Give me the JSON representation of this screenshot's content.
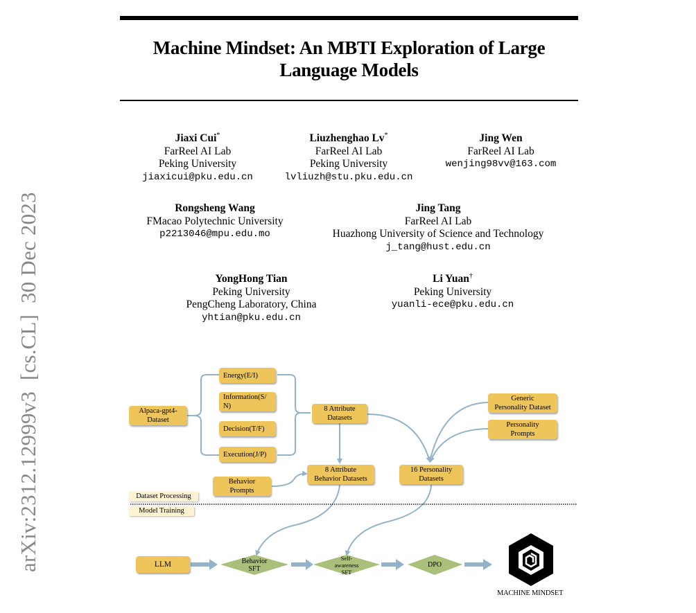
{
  "paper": {
    "title_line1": "Machine Mindset: An MBTI Exploration of Large",
    "title_line2": "Language Models",
    "arxiv_stamp": "arXiv:2312.12999v3  [cs.CL]  30 Dec 2023"
  },
  "authors": [
    {
      "name": "Jiaxi Cui",
      "mark": "*",
      "affiliations": [
        "FarReel AI Lab",
        "Peking University"
      ],
      "email": "jiaxicui@pku.edu.cn"
    },
    {
      "name": "Liuzhenghao Lv",
      "mark": "*",
      "affiliations": [
        "FarReel AI Lab",
        "Peking University"
      ],
      "email": "lvliuzh@stu.pku.edu.cn"
    },
    {
      "name": "Jing Wen",
      "mark": "",
      "affiliations": [
        "FarReel AI Lab"
      ],
      "email": "wenjing98vv@163.com"
    },
    {
      "name": "Rongsheng Wang",
      "mark": "",
      "affiliations": [
        "FMacao Polytechnic University"
      ],
      "email": "p2213046@mpu.edu.mo"
    },
    {
      "name": "Jing Tang",
      "mark": "",
      "affiliations": [
        "FarReel AI Lab",
        "Huazhong University of Science and Technology"
      ],
      "email": "j_tang@hust.edu.cn"
    },
    {
      "name": "YongHong Tian",
      "mark": "",
      "affiliations": [
        "Peking University",
        "PengCheng Laboratory, China"
      ],
      "email": "yhtian@pku.edu.cn"
    },
    {
      "name": "Li Yuan",
      "mark": "†",
      "affiliations": [
        "Peking University"
      ],
      "email": "yuanli-ece@pku.edu.cn"
    }
  ],
  "figure": {
    "colors": {
      "box": "#edc55a",
      "diamond": "#a9bf7a",
      "arrow": "#93b3cb",
      "phase_tag": "#fdf3d2"
    },
    "nodes": {
      "alpaca": "Alpaca-gpt4-Dataset",
      "energy": "Energy(E/I)",
      "information": "Information(S/N)",
      "decision": "Decision(T/F)",
      "execution": "Execution(J/P)",
      "attr8": "8 Attribute Datasets",
      "generic": "Generic Personality Dataset",
      "pprompts": "Personality Prompts",
      "bprompts": "Behavior Prompts",
      "attr8b": "8 Attribute Behavior Datasets",
      "p16": "16 Personality Datasets",
      "llm": "LLM",
      "bsft": "Behavior SFT",
      "ssft": "Self-awareness SFT",
      "dpo": "DPO"
    },
    "node_lines": {
      "alpaca": [
        "Alpaca-gpt4-",
        "Dataset"
      ],
      "information": [
        "Information(S/",
        "N)"
      ],
      "attr8": [
        "8 Attribute",
        "Datasets"
      ],
      "generic": [
        "Generic",
        "Personality Dataset"
      ],
      "pprompts": [
        "Personality",
        "Prompts"
      ],
      "bprompts": [
        "Behavior",
        "Prompts"
      ],
      "attr8b": [
        "8 Attribute",
        "Behavior Datasets"
      ],
      "p16": [
        "16 Personality",
        "Datasets"
      ],
      "bsft": [
        "Behavior",
        "SFT"
      ],
      "ssft": [
        "Self-",
        "awareness",
        "SFT"
      ]
    },
    "phases": {
      "processing": "Dataset Processing",
      "training": "Model Training"
    },
    "logo_caption": "MACHINE MINDSET",
    "logo_icon": "hexagon-spiral-logo"
  }
}
